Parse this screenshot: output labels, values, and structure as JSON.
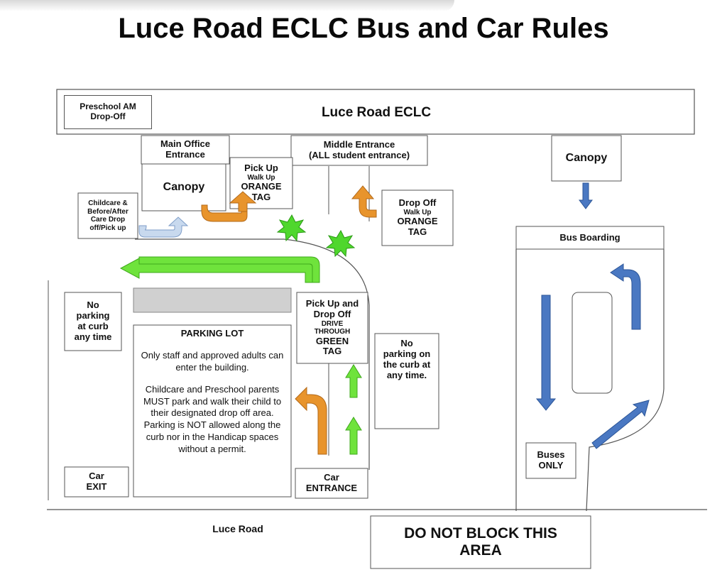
{
  "title": "Luce Road ECLC Bus and Car Rules",
  "labels": {
    "building": "Luce Road ECLC",
    "preschool_dropoff": [
      "Preschool AM",
      "Drop-Off"
    ],
    "main_office": [
      "Main Office",
      "Entrance"
    ],
    "middle_entrance": [
      "Middle Entrance",
      "(ALL student entrance)"
    ],
    "canopy_left": "Canopy",
    "canopy_right": "Canopy",
    "pickup_walkup": {
      "line1": "Pick Up",
      "line2": "Walk Up",
      "line3": "ORANGE",
      "line4": "TAG"
    },
    "dropoff_walkup": {
      "line1": "Drop Off",
      "line2": "Walk Up",
      "line3": "ORANGE",
      "line4": "TAG"
    },
    "childcare": [
      "Childcare &",
      "Before/After",
      "Care Drop",
      "off/Pick up"
    ],
    "bus_boarding": "Bus Boarding",
    "no_parking_left": [
      "No",
      "parking",
      "at curb",
      "any time"
    ],
    "drive_through": {
      "line1": "Pick Up and",
      "line2": "Drop Off",
      "line3": "DRIVE",
      "line4": "THROUGH",
      "line5": "GREEN",
      "line6": "TAG"
    },
    "no_parking_right": [
      "No",
      "parking on",
      "the curb at",
      "any time."
    ],
    "parking_lot_title": "PARKING LOT",
    "parking_lot_p1": "Only staff and approved adults can enter the building.",
    "parking_lot_p2": "Childcare and Preschool parents MUST park and walk their child to their designated drop off area.",
    "parking_lot_p3": "Parking is NOT allowed along the curb nor in the Handicap spaces without a permit.",
    "car_exit": [
      "Car",
      "EXIT"
    ],
    "car_entrance": [
      "Car",
      "ENTRANCE"
    ],
    "buses_only": [
      "Buses",
      "ONLY"
    ],
    "road": "Luce Road",
    "do_not_block": [
      "DO NOT BLOCK THIS",
      "AREA"
    ]
  },
  "colors": {
    "orange_arrow": "#e8942c",
    "green_arrow": "#6fe33c",
    "blue_arrow": "#4a78c2",
    "light_blue_arrow": "#c8d9ee",
    "star_green": "#4fd72d",
    "gray_bar": "#d0d0d0"
  },
  "icons": {
    "orange": "orange-arrow-icon",
    "green": "green-arrow-icon",
    "blue": "blue-arrow-icon",
    "star": "star-icon"
  }
}
